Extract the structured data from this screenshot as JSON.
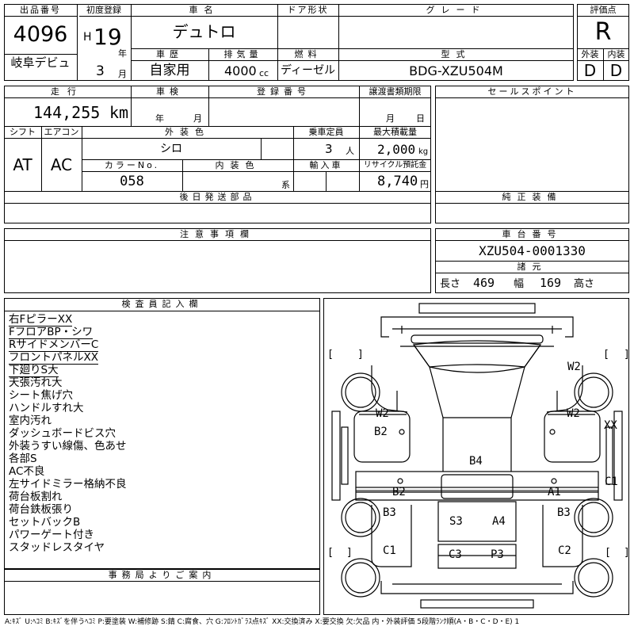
{
  "headers": {
    "lot_no": "出品番号",
    "first_reg": "初度登録",
    "car_name": "車名",
    "door": "ドア形状",
    "grade": "グレード",
    "score": "評価点",
    "history": "車歴",
    "displacement": "排気量",
    "fuel": "燃料",
    "model": "型式",
    "exterior": "外装",
    "interior": "内装",
    "mileage": "走行",
    "inspection": "車検",
    "reg_no": "登録番号",
    "transfer_doc": "譲渡書類期限",
    "sales_point": "セールスポイント",
    "shift": "シフト",
    "aircon": "エアコン",
    "ext_color": "外装色",
    "capacity": "乗車定員",
    "max_load": "最大積載量",
    "color_no": "カラーNo.",
    "int_color": "内装色",
    "import": "輸入車",
    "recycle": "リサイクル預託金",
    "later_parts": "後日発送部品",
    "genuine": "純正装備",
    "notes": "注意事項欄",
    "chassis_no": "車台番号",
    "specs": "諸元",
    "inspector": "検査員記入欄",
    "office": "事務局よりご案内"
  },
  "vehicle": {
    "lot_number": "4096",
    "venue": "岐阜デビュ",
    "era": "H",
    "year": "19",
    "year_unit": "年",
    "month": "3",
    "month_unit": "月",
    "name": "デュトロ",
    "history": "自家用",
    "displacement": "4000",
    "displacement_unit": "cc",
    "fuel": "ディーゼル",
    "model": "BDG-XZU504M",
    "score": "R",
    "exterior_score": "D",
    "interior_score": "D",
    "mileage": "144,255",
    "mileage_unit": "km",
    "insp_year_unit": "年",
    "insp_month_unit": "月",
    "doc_month_unit": "月",
    "doc_day_unit": "日",
    "shift": "AT",
    "aircon": "AC",
    "ext_color": "シロ",
    "capacity": "3",
    "capacity_unit": "人",
    "max_load": "2,000",
    "max_load_unit": "kg",
    "color_no": "058",
    "int_color_unit": "系",
    "recycle": "8,740",
    "recycle_unit": "円",
    "chassis_no": "XZU504-0001330",
    "length_label": "長さ",
    "length": "469",
    "width_label": "幅",
    "width": "169",
    "height_label": "高さ"
  },
  "remarks": [
    {
      "text": "右FピラーXX",
      "underline": true
    },
    {
      "text": "FフロアBP・シワ",
      "underline": true
    },
    {
      "text": "RサイドメンバーC",
      "underline": true
    },
    {
      "text": "フロントパネルXX",
      "underline": true
    },
    {
      "text": "下廻りS大",
      "underline": true
    },
    {
      "text": "天張汚れ大",
      "underline": false
    },
    {
      "text": "シート焦げ穴",
      "underline": false
    },
    {
      "text": "ハンドルすれ大",
      "underline": false
    },
    {
      "text": "室内汚れ",
      "underline": false
    },
    {
      "text": "ダッシュボードビス穴",
      "underline": false
    },
    {
      "text": "外装うすい線傷、色あせ",
      "underline": false
    },
    {
      "text": "各部S",
      "underline": false
    },
    {
      "text": "AC不良",
      "underline": false
    },
    {
      "text": "左サイドミラー格納不良",
      "underline": false
    },
    {
      "text": "荷台板割れ",
      "underline": false
    },
    {
      "text": "荷台鉄板張り",
      "underline": false
    },
    {
      "text": "セットバックB",
      "underline": false
    },
    {
      "text": "パワーゲート付き",
      "underline": false
    },
    {
      "text": "スタッドレスタイヤ",
      "underline": false
    }
  ],
  "damage": {
    "w2_top_right": "W2",
    "w2_left": "W2",
    "w2_right": "W2",
    "b2_left": "B2",
    "xx_right": "XX",
    "b4": "B4",
    "c1_right": "C1",
    "b2_mid": "B2",
    "a1_mid": "A1",
    "b3_left": "B3",
    "s3": "S3",
    "a4": "A4",
    "b3_right": "B3",
    "c1_left": "C1",
    "c3": "C3",
    "p3": "P3",
    "c2": "C2"
  },
  "legend": "A:ｷｽﾞ U:ﾍｺﾐ B:ｷｽﾞを伴うﾍｺﾐ P:要塗装 W:補修跡 S:錆 C:腐食、穴 G:ﾌﾛﾝﾄｶﾞﾗｽ点ｷｽﾞ XX:交換済み X:要交換 欠:欠品 内・外装評価 5段階ﾗﾝｸ順(A・B・C・D・E) 1"
}
